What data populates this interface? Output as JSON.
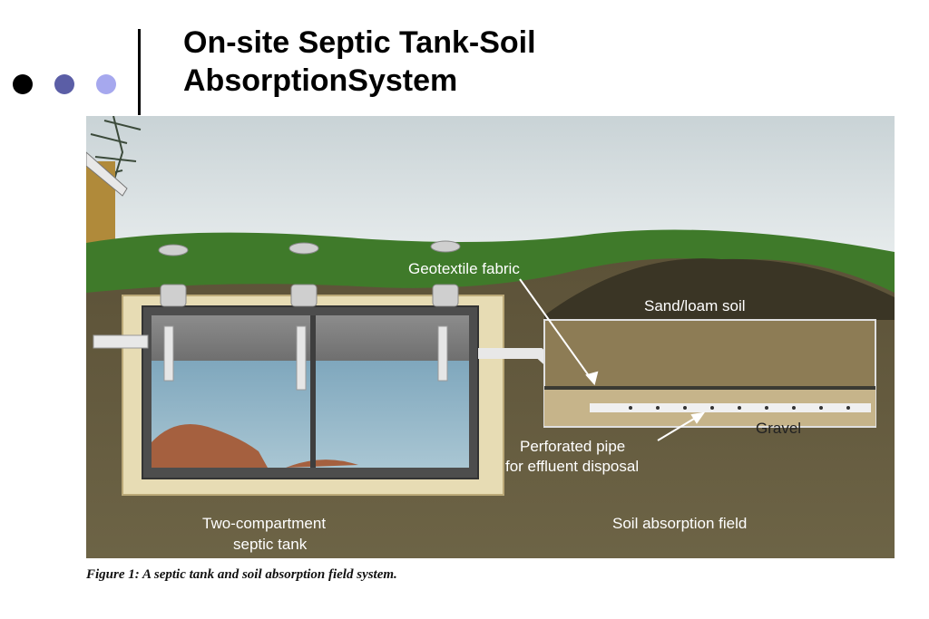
{
  "slide": {
    "title_line1": "On-site Septic Tank-Soil",
    "title_line2": "AbsorptionSystem",
    "bullet_colors": [
      "#000000",
      "#5b5ea6",
      "#a6a8ee"
    ]
  },
  "figure": {
    "labels": {
      "geotextile": "Geotextile fabric",
      "sand_loam": "Sand/loam soil",
      "gravel": "Gravel",
      "pipe_line1": "Perforated pipe",
      "pipe_line2": "for effluent disposal",
      "tank_line1": "Two-compartment",
      "tank_line2": "septic tank",
      "field": "Soil absorption field"
    },
    "caption": "Figure 1:  A septic tank and soil absorption field system."
  }
}
